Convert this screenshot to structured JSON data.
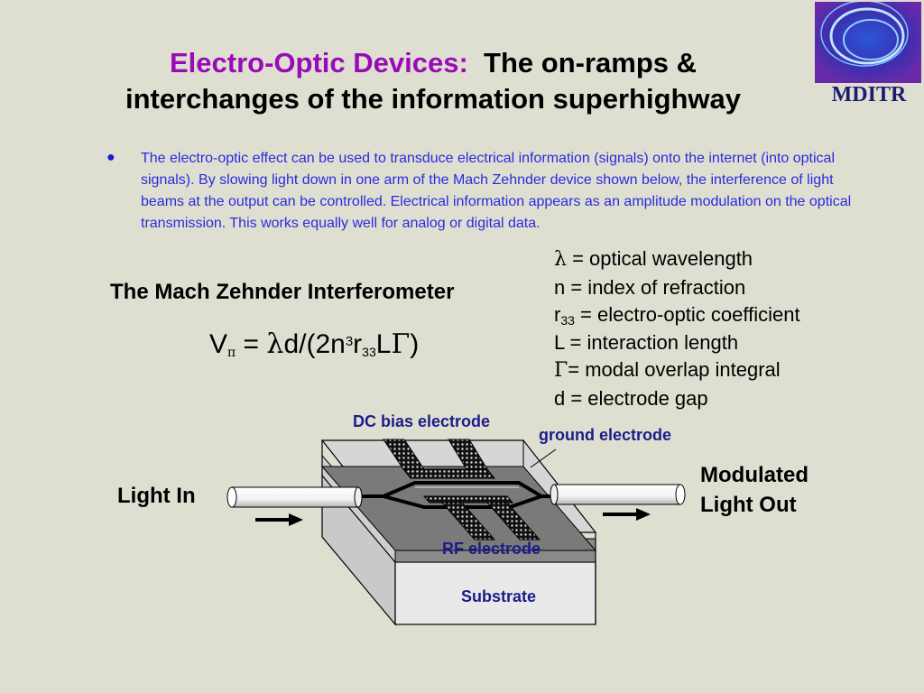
{
  "title": {
    "highlight": "Electro-Optic Devices:",
    "rest_line1": "The on-ramps &",
    "line2": "interchanges of the information superhighway"
  },
  "logo": {
    "text": "MDITR"
  },
  "bullet": {
    "text": "The electro-optic effect can be used to transduce electrical information (signals) onto the internet (into optical signals).  By slowing light down in one arm of the Mach Zehnder device shown below, the interference of light beams at the output can be controlled.  Electrical information appears as an amplitude modulation on the optical transmission.  This works equally well for analog or digital data."
  },
  "definitions": {
    "lambda": "= optical wavelength",
    "n": "n = index of refraction",
    "r_prefix": "r",
    "r_sub": "33",
    "r_rest": " = electro-optic coefficient",
    "L": "L = interaction length",
    "gamma": "= modal overlap integral",
    "d": "d = electrode gap"
  },
  "mz_title": "The Mach Zehnder Interferometer",
  "formula": {
    "v": "V",
    "eq": " = ",
    "p1": "d/(2n",
    "sup3": "3",
    "r": "r",
    "sub33": "33",
    "L": "L",
    "close": ")"
  },
  "labels": {
    "dc_bias": "DC bias electrode",
    "ground": "ground electrode",
    "rf": "RF electrode",
    "substrate": "Substrate",
    "light_in": "Light In",
    "light_out": "Modulated Light Out"
  },
  "colors": {
    "title_highlight": "#9a0bb8",
    "bullet_text": "#2a2ae0",
    "diagram_label": "#1c1c8a",
    "background": "#dfdfd1"
  }
}
